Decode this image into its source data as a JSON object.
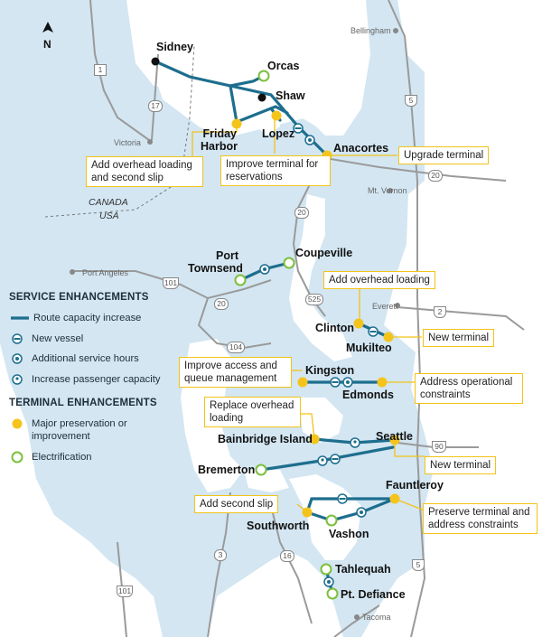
{
  "north_label": "N",
  "country_labels": {
    "canada": "CANADA",
    "usa": "USA"
  },
  "cities": [
    "Bellingham",
    "Victoria",
    "Mt. Vernon",
    "Port Angeles",
    "Everett",
    "Tacoma"
  ],
  "highways": [
    "1",
    "17",
    "5",
    "20",
    "20",
    "101",
    "525",
    "2",
    "104",
    "20",
    "90",
    "3",
    "16",
    "101",
    "5"
  ],
  "terminals": [
    {
      "name": "Sidney",
      "type": "none"
    },
    {
      "name": "Orcas",
      "type": "electrification"
    },
    {
      "name": "Shaw",
      "type": "none"
    },
    {
      "name": "Friday Harbor",
      "type": "major"
    },
    {
      "name": "Lopez",
      "type": "major"
    },
    {
      "name": "Anacortes",
      "type": "major"
    },
    {
      "name": "Port Townsend",
      "type": "electrification"
    },
    {
      "name": "Coupeville",
      "type": "electrification"
    },
    {
      "name": "Clinton",
      "type": "major"
    },
    {
      "name": "Mukilteo",
      "type": "major"
    },
    {
      "name": "Kingston",
      "type": "major"
    },
    {
      "name": "Edmonds",
      "type": "major"
    },
    {
      "name": "Bainbridge Island",
      "type": "major"
    },
    {
      "name": "Seattle",
      "type": "major"
    },
    {
      "name": "Bremerton",
      "type": "electrification"
    },
    {
      "name": "Fauntleroy",
      "type": "major"
    },
    {
      "name": "Southworth",
      "type": "major"
    },
    {
      "name": "Vashon",
      "type": "electrification"
    },
    {
      "name": "Tahlequah",
      "type": "electrification"
    },
    {
      "name": "Pt. Defiance",
      "type": "electrification"
    }
  ],
  "callouts": [
    "Add overhead loading and second slip",
    "Improve terminal for reservations",
    "Upgrade terminal",
    "Add overhead loading",
    "New terminal",
    "Improve access and queue management",
    "Address operational constraints",
    "Replace overhead loading",
    "New terminal",
    "Add second slip",
    "Preserve terminal and address constraints"
  ],
  "legend": {
    "service_title": "SERVICE ENHANCEMENTS",
    "route": "Route capacity increase",
    "vessel": "New vessel",
    "hours": "Additional service hours",
    "passenger": "Increase passenger capacity",
    "terminal_title": "TERMINAL ENHANCEMENTS",
    "major": "Major preservation or improvement",
    "electrification": "Electrification"
  },
  "colors": {
    "water": "#d3e6f2",
    "route": "#1d6e8e",
    "major": "#f5c41c",
    "electrification": "#7cbf3b",
    "callout_border": "#f3c318",
    "road": "#9a9a9a"
  }
}
